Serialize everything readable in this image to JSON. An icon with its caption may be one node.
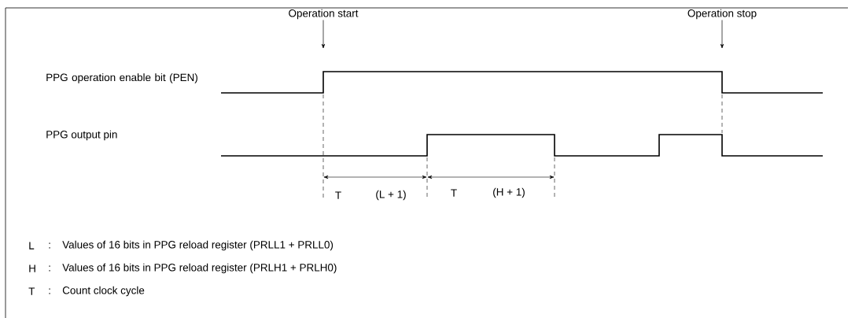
{
  "diagram": {
    "nodes": [
      {
        "text": [
          "Operation start"
        ]
      },
      {
        "text": [
          "Operation stop"
        ]
      }
    ],
    "edges": [
      {
        "from": 0,
        "to": null,
        "arrow": "to"
      },
      {
        "from": 1,
        "to": null,
        "arrow": "to"
      }
    ],
    "labels": [
      "PPG operation enable bit (PEN)",
      "PPG output pin",
      "T",
      "(L + 1)",
      "T",
      "(H + 1)",
      "L",
      ":",
      "Values of 16 bits in PPG reload register (PRLL1 + PRLL0)",
      "H",
      ":",
      "Values of 16 bits in PPG reload register (PRLH1 + PRLH0)",
      "T",
      ":",
      "Count clock cycle"
    ]
  }
}
